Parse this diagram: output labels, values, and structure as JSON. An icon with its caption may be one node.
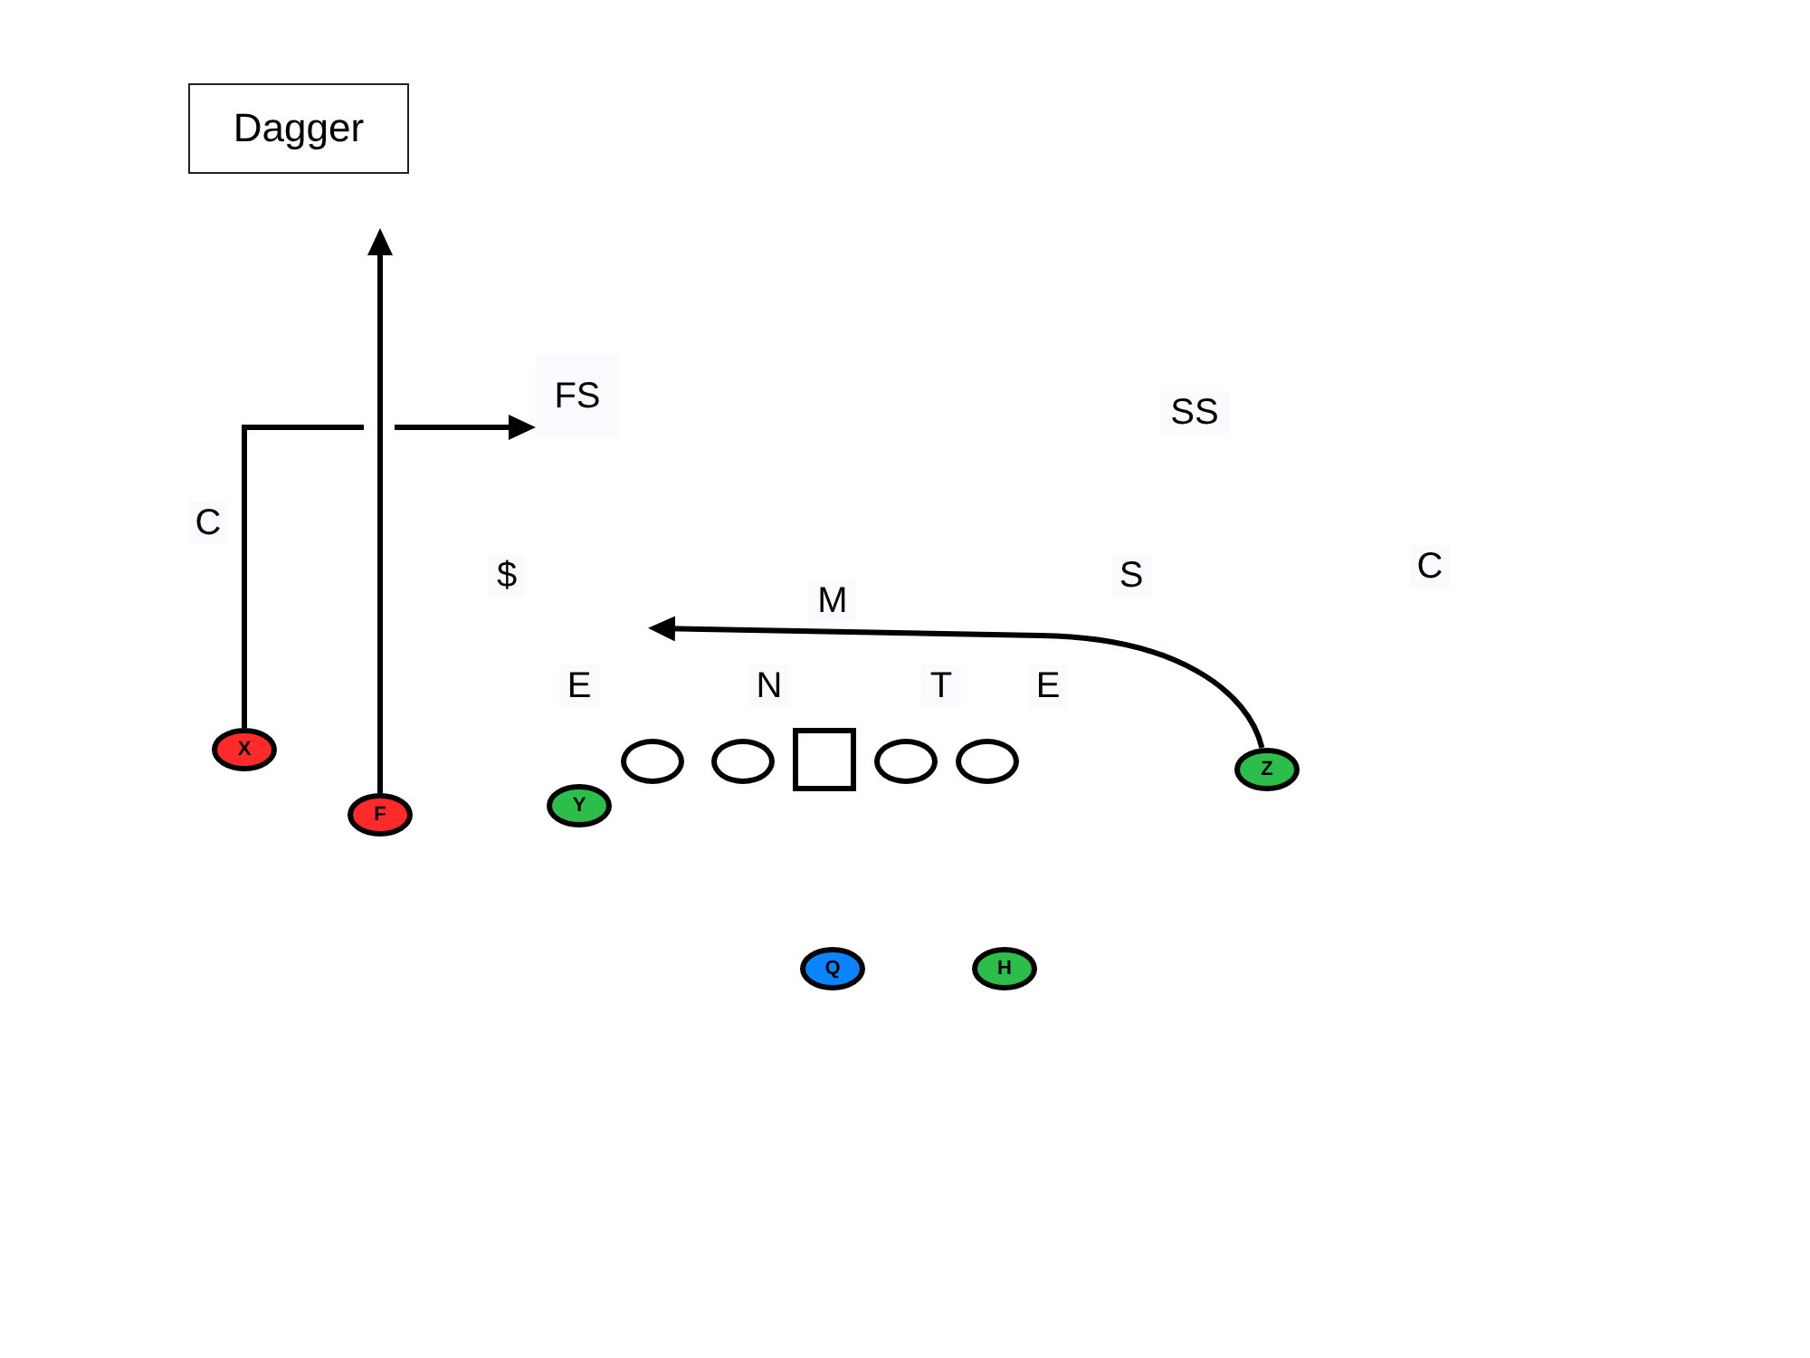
{
  "diagram": {
    "nodes": [
      {
        "text": [
          "Dagger"
        ]
      },
      {
        "text": [
          "FS"
        ]
      },
      {
        "text": [
          "SS"
        ]
      },
      {
        "text": [
          "C"
        ]
      },
      {
        "text": [
          "$"
        ]
      },
      {
        "text": [
          "S"
        ]
      },
      {
        "text": [
          "C"
        ]
      },
      {
        "text": [
          "M"
        ]
      },
      {
        "text": [
          "E"
        ]
      },
      {
        "text": [
          "N"
        ]
      },
      {
        "text": [
          "T"
        ]
      },
      {
        "text": [
          "E"
        ]
      },
      {
        "text": [
          "X"
        ]
      },
      {
        "text": [],
        "shape": "ellipse"
      },
      {
        "text": [],
        "shape": "ellipse"
      },
      {
        "text": [],
        "shape": "box"
      },
      {
        "text": [],
        "shape": "ellipse"
      },
      {
        "text": [],
        "shape": "ellipse"
      },
      {
        "text": [
          "Z"
        ]
      },
      {
        "text": [
          "Y"
        ]
      },
      {
        "text": [
          "F"
        ]
      },
      {
        "text": [
          "Q"
        ]
      },
      {
        "text": [
          "H"
        ]
      }
    ],
    "edges": [
      {
        "from": 12,
        "to": 1,
        "arrow": "to"
      },
      {
        "from": 20,
        "to": null,
        "arrow": "to"
      },
      {
        "from": 18,
        "to": null,
        "arrow": "to"
      }
    ]
  }
}
